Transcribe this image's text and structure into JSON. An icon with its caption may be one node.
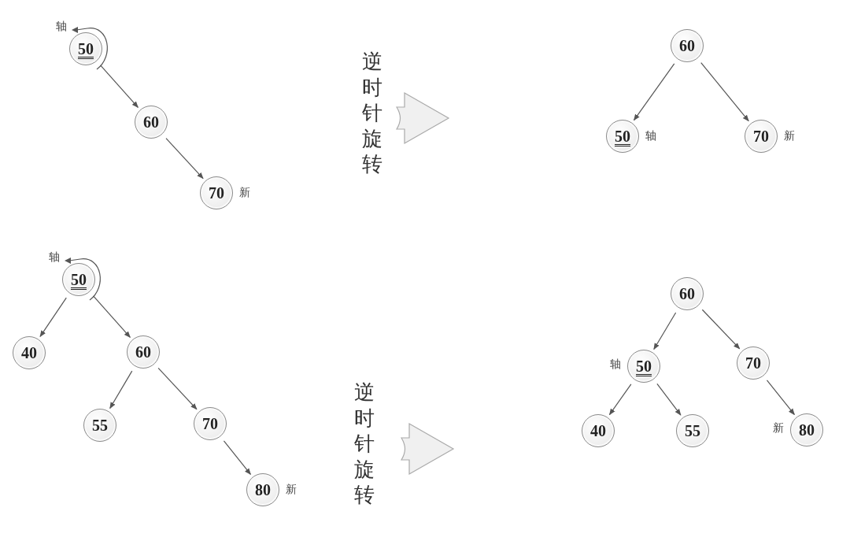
{
  "diagram": {
    "nodes": [
      {
        "text": [
          "50"
        ],
        "beside": [
          "轴"
        ]
      },
      {
        "text": [
          "60"
        ]
      },
      {
        "text": [
          "70"
        ],
        "beside": [
          "新"
        ]
      },
      {
        "text": [
          "60"
        ]
      },
      {
        "text": [
          "50"
        ],
        "beside": [
          "轴"
        ]
      },
      {
        "text": [
          "70"
        ],
        "beside": [
          "新"
        ]
      },
      {
        "text": [
          "50"
        ],
        "beside": [
          "轴"
        ]
      },
      {
        "text": [
          "40"
        ]
      },
      {
        "text": [
          "60"
        ]
      },
      {
        "text": [
          "55"
        ]
      },
      {
        "text": [
          "70"
        ]
      },
      {
        "text": [
          "80"
        ],
        "beside": [
          "新"
        ]
      },
      {
        "text": [
          "60"
        ]
      },
      {
        "text": [
          "50"
        ],
        "beside": [
          "轴"
        ]
      },
      {
        "text": [
          "70"
        ]
      },
      {
        "text": [
          "40"
        ]
      },
      {
        "text": [
          "55"
        ]
      },
      {
        "text": [
          "80"
        ],
        "beside": [
          "新"
        ]
      }
    ],
    "edges": [
      {
        "from": 0,
        "to": 1,
        "arrow": "to"
      },
      {
        "from": 1,
        "to": 2,
        "arrow": "to"
      },
      {
        "from": 3,
        "to": 4,
        "arrow": "to"
      },
      {
        "from": 3,
        "to": 5,
        "arrow": "to"
      },
      {
        "from": 6,
        "to": 7,
        "arrow": "to"
      },
      {
        "from": 6,
        "to": 8,
        "arrow": "to"
      },
      {
        "from": 8,
        "to": 9,
        "arrow": "to"
      },
      {
        "from": 8,
        "to": 10,
        "arrow": "to"
      },
      {
        "from": 10,
        "to": 11,
        "arrow": "to"
      },
      {
        "from": 12,
        "to": 13,
        "arrow": "to"
      },
      {
        "from": 12,
        "to": 14,
        "arrow": "to"
      },
      {
        "from": 13,
        "to": 15,
        "arrow": "to"
      },
      {
        "from": 13,
        "to": 16,
        "arrow": "to"
      },
      {
        "from": 14,
        "to": 17,
        "arrow": "to"
      }
    ],
    "labels": [
      "逆时针旋转",
      "逆时针旋转"
    ]
  }
}
